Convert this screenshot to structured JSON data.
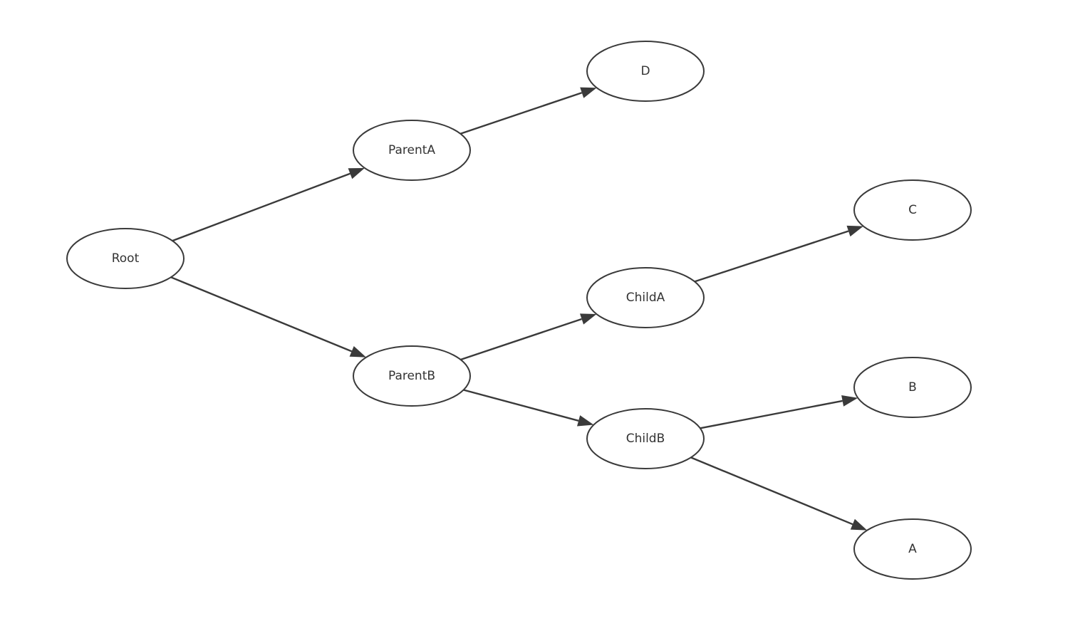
{
  "diagram": {
    "type": "directed-tree",
    "colors": {
      "stroke": "#3a3a3a",
      "text": "#333333",
      "background": "#ffffff"
    },
    "nodes": [
      {
        "id": "root",
        "label": "Root"
      },
      {
        "id": "parentA",
        "label": "ParentA"
      },
      {
        "id": "parentB",
        "label": "ParentB"
      },
      {
        "id": "d",
        "label": "D"
      },
      {
        "id": "childA",
        "label": "ChildA"
      },
      {
        "id": "childB",
        "label": "ChildB"
      },
      {
        "id": "c",
        "label": "C"
      },
      {
        "id": "b",
        "label": "B"
      },
      {
        "id": "a",
        "label": "A"
      }
    ],
    "edges": [
      {
        "from": "root",
        "to": "parentA"
      },
      {
        "from": "root",
        "to": "parentB"
      },
      {
        "from": "parentA",
        "to": "d"
      },
      {
        "from": "parentB",
        "to": "childA"
      },
      {
        "from": "parentB",
        "to": "childB"
      },
      {
        "from": "childA",
        "to": "c"
      },
      {
        "from": "childB",
        "to": "b"
      },
      {
        "from": "childB",
        "to": "a"
      }
    ]
  }
}
